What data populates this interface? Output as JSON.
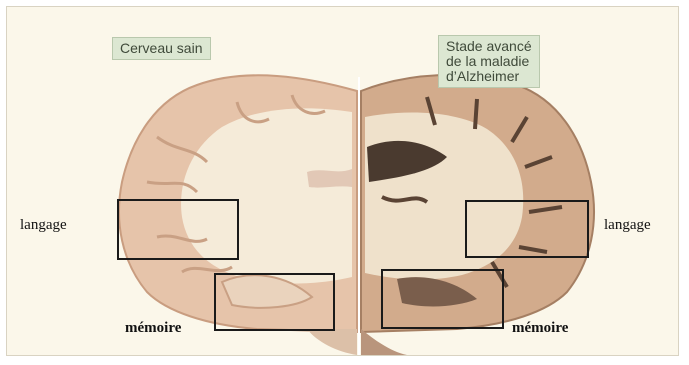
{
  "captions": {
    "healthy": "Cerveau sain",
    "alzheimer_lines": [
      "Stade avancé",
      "de la maladie",
      "d’Alzheimer"
    ]
  },
  "labels": {
    "language_left": "langage",
    "memory_left": "mémoire",
    "language_right": "langage",
    "memory_right": "mémoire"
  },
  "colors": {
    "background": "#fbf7ea",
    "caption_fill": "#dce7d2",
    "healthy_tissue": "#e9cbb2",
    "atrophied_tissue": "#d6b192",
    "white_matter": "#f7efdf",
    "box_stroke": "#1a1a1a"
  }
}
